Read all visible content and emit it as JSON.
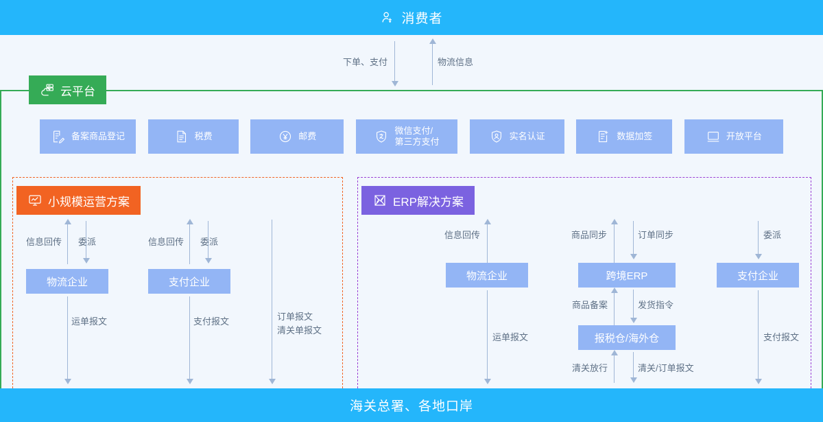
{
  "top_bar": {
    "label": "消费者",
    "icon": "user-icon",
    "bg": "#24b6fb"
  },
  "bottom_bar": {
    "label": "海关总署、各地口岸",
    "bg": "#24b6fb"
  },
  "consumer_flows": {
    "downstream": "下单、支付",
    "upstream": "物流信息"
  },
  "platform": {
    "badge": {
      "label": "云平台",
      "icon": "cloud-server-icon",
      "color": "#35ab56"
    },
    "services": [
      {
        "label": "备案商品登记",
        "icon": "document-edit-icon"
      },
      {
        "label": "税费",
        "icon": "document-icon"
      },
      {
        "label": "邮费",
        "icon": "yuan-circle-icon"
      },
      {
        "label": "微信支付/\n第三方支付",
        "icon": "shield-pay-icon"
      },
      {
        "label": "实名认证",
        "icon": "shield-user-icon"
      },
      {
        "label": "数据加签",
        "icon": "document-plus-icon"
      },
      {
        "label": "开放平台",
        "icon": "monitor-icon"
      }
    ]
  },
  "small_scale": {
    "badge": {
      "label": "小规模运营方案",
      "icon": "chart-monitor-icon",
      "color": "#f26322"
    },
    "entities": [
      {
        "label": "物流企业"
      },
      {
        "label": "支付企业"
      }
    ],
    "labels": {
      "logistics_up": "信息回传",
      "logistics_down": "委派",
      "payment_up": "信息回传",
      "payment_down": "委派",
      "logistics_out": "运单报文",
      "payment_out": "支付报文",
      "order_out": "订单报文\n清关单报文"
    }
  },
  "erp_solution": {
    "badge": {
      "label": "ERP解决方案",
      "icon": "erp-chart-icon",
      "color": "#7b62e0"
    },
    "entities": [
      {
        "label": "物流企业"
      },
      {
        "label": "跨境ERP"
      },
      {
        "label": "支付企业"
      },
      {
        "label": "报税仓/海外仓"
      }
    ],
    "labels": {
      "logistics_up": "信息回传",
      "goods_sync": "商品同步",
      "order_sync": "订单同步",
      "dispatch": "委派",
      "goods_record": "商品备案",
      "ship_order": "发货指令",
      "logistics_out": "运单报文",
      "payment_out": "支付报文",
      "customs_release": "清关放行",
      "customs_out": "清关/订单报文"
    }
  },
  "colors": {
    "page_bg": "#f2f7fd",
    "accent_blue": "#24b6fb",
    "entity_blue": "#93b5f5",
    "green": "#35ab56",
    "orange": "#f26322",
    "purple": "#7b62e0",
    "dashed_purple": "#9b3fd4",
    "connector": "#9fb6d6"
  }
}
